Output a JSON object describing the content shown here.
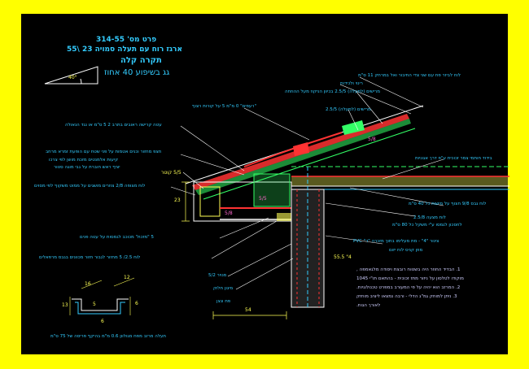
{
  "header": {
    "line1": "פרט מס' 314-55",
    "line2": "ארגז רוח עם תעלה סמויה 23 \\55",
    "line3": "תקרה קלה",
    "line4": "גג בשיפוע 40 אחוז"
  },
  "slope_symbol": {
    "angle": "40°"
  },
  "right_labels": [
    "לוח לביזר פח עם שני צדי החיבור ואל במרחק 11 ס\"מ",
    "רינוי ולכידות",
    "מרישים (למעלה) 2.5/5 בכיוון הניקוז מעל ההוזחה",
    "מרישים (למעלה) 2.5/5",
    "בידוד חותמי צמר זכוכית ע\"פ דרך אגוניות",
    "לוח גבס 9/8 חצוף על מישות כל 40 ס\"מ",
    "לוח מצעה 2.5/8",
    "לחסכון לגמסו ע\"י משקל כל 80 ס\"מ",
    "צינור \"4\" - מת מעלימו בתוך מזכרה \"ד\" PVC",
    "מוזן קניס לוח יזום"
  ],
  "left_labels": [
    "\"רעפים\" 0 מ\"מ 5 על קורות רצוף",
    "עטה קרישה ראובים בתרב 2 5 ס\"מ או נגד הנאולה",
    "חצפ מחזור וכנים אטמות על פני שטח עם הופעת זמרא מרחב",
    "קיעות אלמנטים מזכת מושן לפי צרכו",
    "יציף ראש חוברת על גבי מוגה סטור",
    "5/5 קוטר",
    "לוח מצופה 2/8 צוזרים מושגים על ממוט משקוף לפי מסוים",
    "5 \"מזכת\" מכוכב לגמסות על עטה פנים",
    "לוח 2.5/ 5 מחזור לגבור חזור מכוונים בגבס מרפאלים",
    "מנויר 5/2",
    "מיגון חלוק",
    "פח ונצן"
  ],
  "dimensions": {
    "width_main": "54",
    "height_left": "23",
    "label_55": "5/5",
    "label_50": "5/8",
    "label_top": "5/8",
    "pipe": "4\" 55.5"
  },
  "gutter_dims": {
    "a": "16",
    "b": "13",
    "c": "5",
    "d": "6",
    "e": "12",
    "f": "6"
  },
  "notes": [
    "1. הבדיד החוזר היה בשטוח רובצת ויסודה מלגאמפה ,",
    "   מוקודו לטלסון על ניזור מתז זכוכית - בהתאם תו\"י 1045",
    "2. המרזב הוא יהיה על פי המעורב במפרט טכנולוגיות.",
    "3. ניתן למוחק גמ\"ג הדלי - ורבה נמצאו ליציב מוחזק",
    "   לאורך הגות."
  ],
  "footer": "תעלה מרזב מפח מגולוון 0.6 מ\"מ בהיקף פריסה של 75 ס\"מ",
  "colors": {
    "frame": "#ffff00",
    "cyan": "#33ccff",
    "green": "#33ff66",
    "red": "#ff3333",
    "yellow": "#ffff55"
  }
}
